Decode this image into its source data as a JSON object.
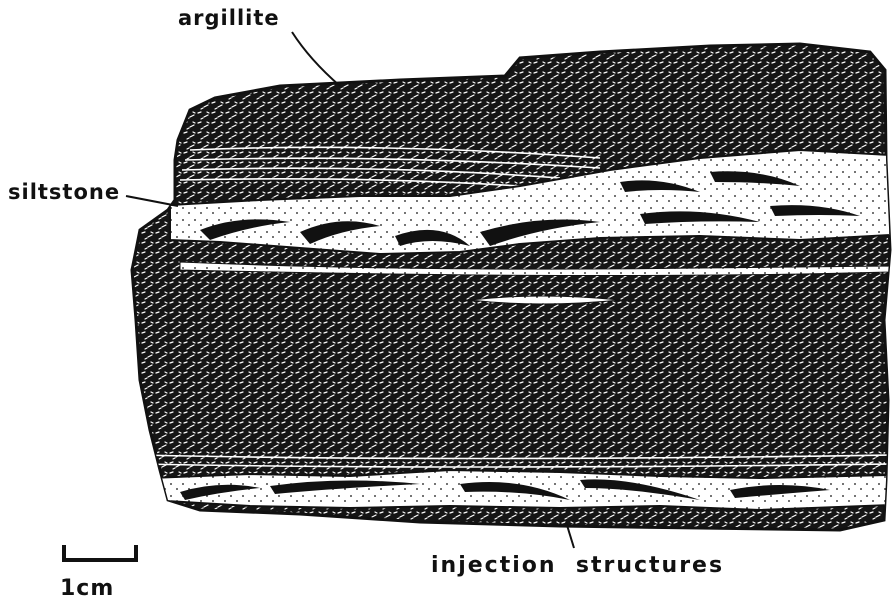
{
  "labels": {
    "argillite": "argillite",
    "siltstone": "siltstone",
    "injection": "injection  structures",
    "scale": "1cm"
  },
  "colors": {
    "ink": "#111111",
    "paper": "#ffffff"
  }
}
